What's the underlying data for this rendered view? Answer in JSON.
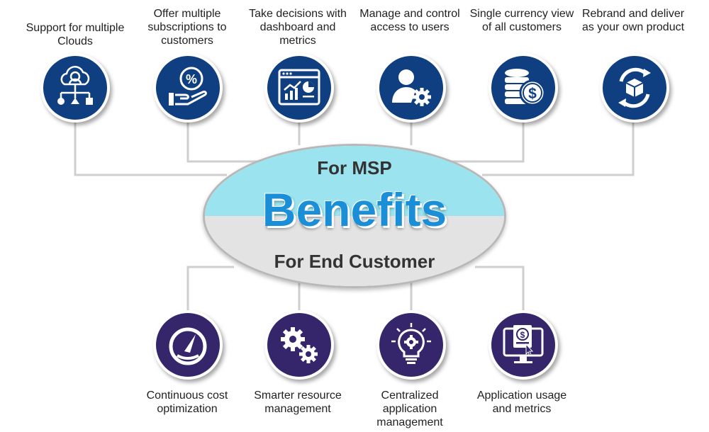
{
  "hub": {
    "top_label": "For MSP",
    "title": "Benefits",
    "bottom_label": "For End Customer",
    "colors": {
      "upper": "#9be3ee",
      "lower": "#e3e3e3",
      "title": "#1a8ed6"
    }
  },
  "msp_benefits": [
    {
      "label": "Support for multiple Clouds",
      "icon": "cloud-hierarchy-icon"
    },
    {
      "label": "Offer multiple subscriptions to customers",
      "icon": "percent-hand-icon"
    },
    {
      "label": "Take decisions with dashboard and metrics",
      "icon": "dashboard-chart-icon"
    },
    {
      "label": "Manage and control access to users",
      "icon": "user-gear-icon"
    },
    {
      "label": "Single currency view of all customers",
      "icon": "coins-dollar-icon"
    },
    {
      "label": "Rebrand and deliver as your own product",
      "icon": "rebrand-box-icon"
    }
  ],
  "customer_benefits": [
    {
      "label": "Continuous cost optimization",
      "icon": "gauge-icon"
    },
    {
      "label": "Smarter resource management",
      "icon": "gears-icon"
    },
    {
      "label": "Centralized application management",
      "icon": "lightbulb-gear-icon"
    },
    {
      "label": "Application usage and metrics",
      "icon": "monitor-dollar-icon"
    }
  ],
  "colors": {
    "msp_icon_bg": "#0f3f80",
    "customer_icon_bg": "#35256b",
    "connector": "#cfcfcf"
  }
}
